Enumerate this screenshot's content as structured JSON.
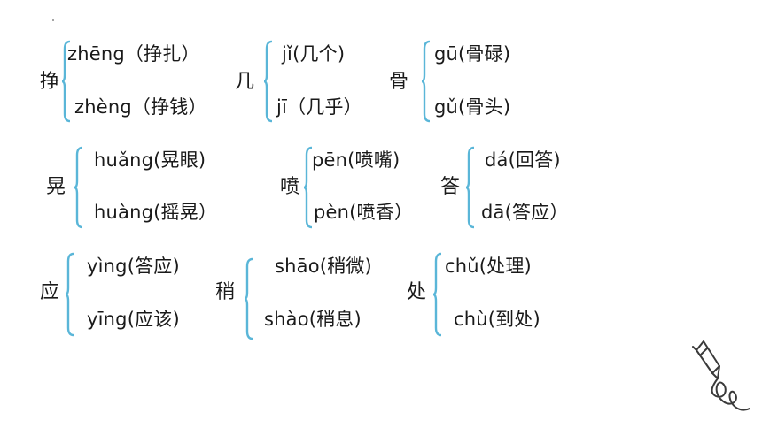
{
  "theme": {
    "brace_color": "#5ab6d8",
    "text_color": "#1a1a1a",
    "icon_color": "#3a3a3a"
  },
  "entries": [
    {
      "char": "挣",
      "readings": [
        "zhēng（挣扎）",
        "zhèng（挣钱）"
      ]
    },
    {
      "char": "几",
      "readings": [
        "jǐ(几个)",
        "jī（几乎）"
      ]
    },
    {
      "char": "骨",
      "readings": [
        "gū(骨碌)",
        "gǔ(骨头)"
      ]
    },
    {
      "char": "晃",
      "readings": [
        "huǎng(晃眼)",
        "huàng(摇晃）"
      ]
    },
    {
      "char": "喷",
      "readings": [
        "pēn(喷嘴)",
        "pèn(喷香）"
      ]
    },
    {
      "char": "答",
      "readings": [
        "dá(回答)",
        "dā(答应）"
      ]
    },
    {
      "char": "应",
      "readings": [
        "yìng(答应)",
        "yīng(应该)"
      ]
    },
    {
      "char": "稍",
      "readings": [
        "shāo(稍微)",
        "shào(稍息)"
      ]
    },
    {
      "char": "处",
      "readings": [
        "chǔ(处理)",
        "chù(到处)"
      ]
    }
  ],
  "decoration": {
    "icon": "pen-scribble-icon"
  }
}
